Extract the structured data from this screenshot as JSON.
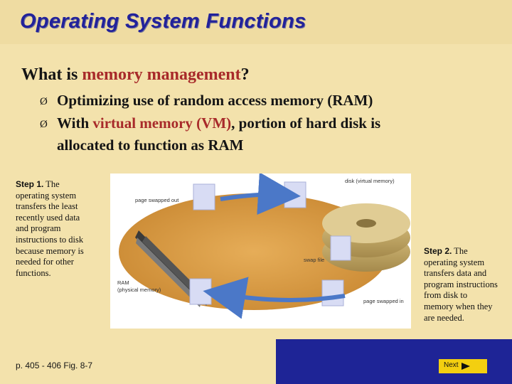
{
  "slide": {
    "title": "Operating System Functions",
    "question": {
      "prefix": "What is ",
      "highlight": "memory management",
      "suffix": "?"
    },
    "bullets": [
      {
        "marker": "Ø",
        "text": "Optimizing use of random access memory (RAM)"
      },
      {
        "marker": "Ø",
        "prefix": "With ",
        "highlight": "virtual memory (VM)",
        "line1_suffix": ", portion of hard disk is",
        "line2": "allocated to function as RAM"
      }
    ]
  },
  "step1": {
    "heading": "Step 1.",
    "lines": [
      " The",
      "operating system",
      "transfers the least",
      "recently used data",
      "and program",
      "instructions to disk",
      "because memory is",
      "needed for other",
      "functions."
    ]
  },
  "step2": {
    "heading": "Step 2.",
    "lines": [
      " The",
      "operating system",
      "transfers data and",
      "program instructions",
      "from disk to",
      "memory when they",
      "are needed."
    ]
  },
  "figure": {
    "label_page_swapped_out": "page swapped out",
    "label_disk": "disk (virtual memory)",
    "label_swap_file": "swap file",
    "label_ram_1": "RAM",
    "label_ram_2": "(physical memory)",
    "label_page_swapped_in": "page swapped in"
  },
  "footer": {
    "page_ref": "p. 405 - 406 Fig. 8-7",
    "next_label": "Next"
  },
  "colors": {
    "background": "#f3e2ac",
    "title": "#22229a",
    "highlight": "#a82a2a",
    "bottom_bar": "#1e2496",
    "next_button": "#f3cf10"
  }
}
